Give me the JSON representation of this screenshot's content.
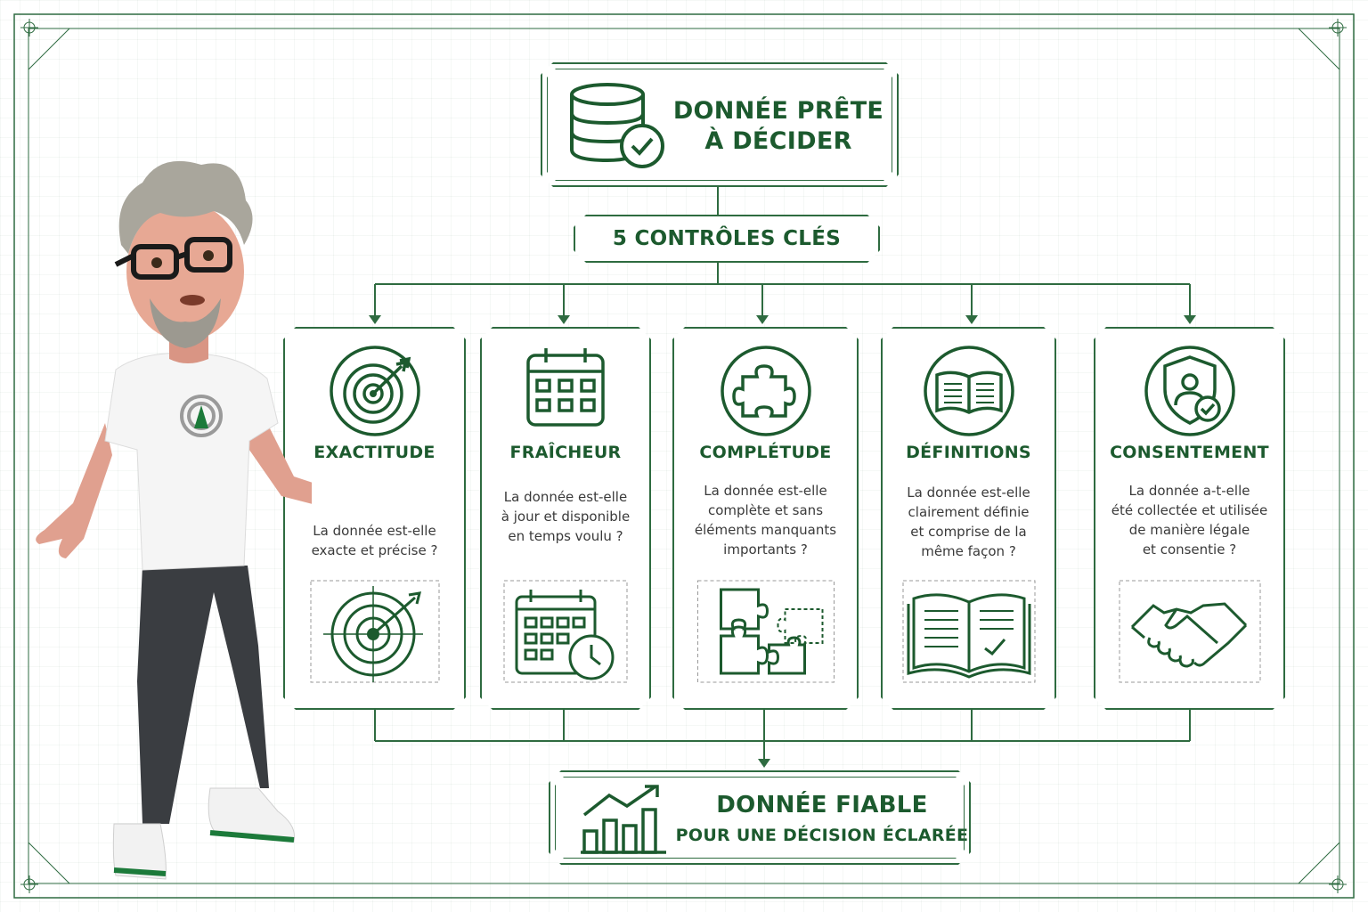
{
  "header": {
    "title_line1": "DONNÉE PRÊTE",
    "title_line2": "À DÉCIDER",
    "icon": "database-check-icon"
  },
  "subheader": {
    "label": "5 CONTRÔLES CLÉS"
  },
  "controls": [
    {
      "title": "EXACTITUDE",
      "question": [
        "La donnée est-elle",
        "exacte et précise ?"
      ],
      "icon": "target-icon",
      "illustration": "target-arrow-illustration"
    },
    {
      "title": "FRAÎCHEUR",
      "question": [
        "La donnée est-elle",
        "à jour et disponible",
        "en temps voulu ?"
      ],
      "icon": "calendar-icon",
      "illustration": "calendar-clock-illustration"
    },
    {
      "title": "COMPLÉTUDE",
      "question": [
        "La donnée est-elle",
        "complète et sans",
        "éléments manquants",
        "importants ?"
      ],
      "icon": "puzzle-icon",
      "illustration": "puzzle-pieces-illustration"
    },
    {
      "title": "DÉFINITIONS",
      "question": [
        "La donnée est-elle",
        "clairement définie",
        "et comprise de la",
        "même façon ?"
      ],
      "icon": "book-icon",
      "illustration": "open-book-check-illustration"
    },
    {
      "title": "CONSENTEMENT",
      "question": [
        "La donnée a-t-elle",
        "été collectée et utilisée",
        "de manière légale",
        "et consentie ?"
      ],
      "icon": "shield-user-check-icon",
      "illustration": "handshake-illustration"
    }
  ],
  "footer": {
    "line1": "DONNÉE FIABLE",
    "line2": "POUR UNE DÉCISION ÉCLARÉE",
    "icon": "growth-chart-icon"
  },
  "colors": {
    "accent": "#1c5a2e",
    "line": "#2e6b40",
    "text": "#3a3a3a",
    "background": "#ffffff"
  }
}
